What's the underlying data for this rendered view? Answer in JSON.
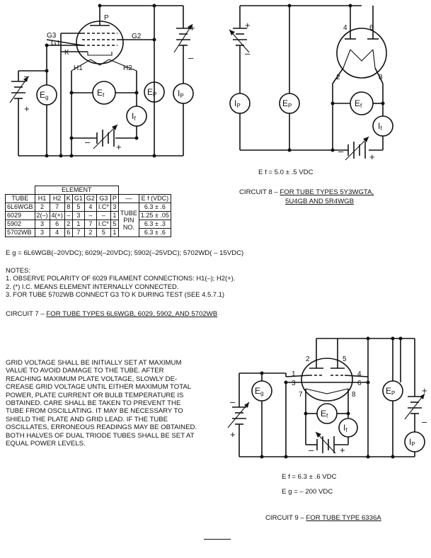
{
  "circuit7": {
    "labels": {
      "p": "P",
      "g3": "G3",
      "g1": "G1",
      "k": "K",
      "g2": "G2",
      "h1": "H1",
      "h2": "H2",
      "eg": "E",
      "eg_sub": "g",
      "ef": "E",
      "ef_sub": "f",
      "ep": "E",
      "ep_sub": "P",
      "if": "I",
      "if_sub": "f",
      "ip": "I",
      "ip_sub": "P"
    },
    "element_table": {
      "group_header": "ELEMENT",
      "columns": [
        "TUBE",
        "H1",
        "H2",
        "K",
        "G1",
        "G2",
        "G3",
        "P",
        "—",
        "E f (VDC)"
      ],
      "pin_label": [
        "TUBE",
        "PIN",
        "NO."
      ],
      "rows": [
        {
          "tube": "6L6WGB",
          "h1": "2",
          "h2": "7",
          "k": "8",
          "g1": "5",
          "g2": "4",
          "g3": "I.C*",
          "p": "3",
          "ef": "6.3 ± .6"
        },
        {
          "tube": "6029",
          "h1": "2(–)",
          "h2": "4(+)",
          "k": "–",
          "g1": "3",
          "g2": "–",
          "g3": "–",
          "p": "1",
          "ef": "1.25 ± .05"
        },
        {
          "tube": "5902",
          "h1": "3",
          "h2": "6",
          "k": "2",
          "g1": "1",
          "g2": "7",
          "g3": "I.C*",
          "p": "5",
          "ef": "6.3 ± .3"
        },
        {
          "tube": "5702WB",
          "h1": "3",
          "h2": "4",
          "k": "6",
          "g1": "7",
          "g2": "2",
          "g3": "5",
          "p": "1",
          "ef": "6.3 ± .6"
        }
      ]
    },
    "eg_line": "E g = 6L6WGB(–20VDC); 6029(–20VDC); 5902(–25VDC); 5702WD( – 15VDC)",
    "notes_title": "NOTES:",
    "notes": [
      "1.  OBSERVE POLARITY OF 6029 FILAMENT CONNECTIONS: H1(–); H2(+).",
      "2.  (*) I.C. MEANS ELEMENT INTERNALLY CONNECTED.",
      "3.  FOR TUBE 5702WB CONNECT G3 TO  K  DURING TEST (SEE 4.5.7.1)"
    ],
    "caption_prefix": "CIRCUIT 7 – ",
    "caption_title": "FOR TUBE TYPES 6L6WGB, 6029, 5902, AND 5702WB"
  },
  "circuit8": {
    "labels": {
      "pin4": "4",
      "pin6": "6",
      "pin2": "2",
      "pin8": "8",
      "ip": "I",
      "ip_sub": "P",
      "ep": "E",
      "ep_sub": "P",
      "ef": "E",
      "ef_sub": "f",
      "if": "I",
      "if_sub": "f"
    },
    "ef_value": "E f = 5.0 ± .5 VDC",
    "caption_prefix": "CIRCUIT 8 – ",
    "caption_line1": "FOR TUBE TYPES 5Y3WGTA,",
    "caption_line2": "5U4GB AND 5R4WGB"
  },
  "circuit9": {
    "labels": {
      "pin2": "2",
      "pin5": "5",
      "pin1": "1",
      "pin4": "4",
      "pin3": "3",
      "pin6": "6",
      "pin7": "7",
      "pin8": "8",
      "eg": "E",
      "eg_sub": "g",
      "ep": "E",
      "ep_sub": "P",
      "ef": "E",
      "ef_sub": "f",
      "if": "I",
      "if_sub": "f",
      "ip": "I",
      "ip_sub": "P"
    },
    "ef_value": "E f = 6.3 ± .6 VDC",
    "eg_value": "E g = – 200 VDC",
    "caption_prefix": "CIRCUIT 9 – ",
    "caption_title": "FOR TUBE TYPE 6336A"
  },
  "instructions": [
    "GRID VOLTAGE SHALL BE INITIALLY SET AT MAXIMUM",
    "VALUE TO AVOID DAMAGE TO THE TUBE.  AFTER",
    "REACHING MAXIMUM PLATE VOLTAGE, SLOWLY DE-",
    "CREASE GRID VOLTAGE UNTIL EITHER MAXIMUM TOTAL",
    "POWER, PLATE CURRENT OR BULB TEMPERATURE IS",
    "OBTAINED.  CARE SHALL BE TAKEN TO PREVENT THE",
    "TUBE FROM OSCILLATING.  IT MAY BE NECESSARY TO",
    "SHIELD THE PLATE AND GRID LEAD.  IF THE TUBE",
    "OSCILLATES, ERRONEOUS READINGS MAY BE OBTAINED.",
    "BOTH HALVES OF DUAL TRIODE TUBES SHALL BE SET AT",
    "EQUAL POWER LEVELS."
  ],
  "battery_marks": {
    "plus": "+",
    "minus": "–"
  }
}
